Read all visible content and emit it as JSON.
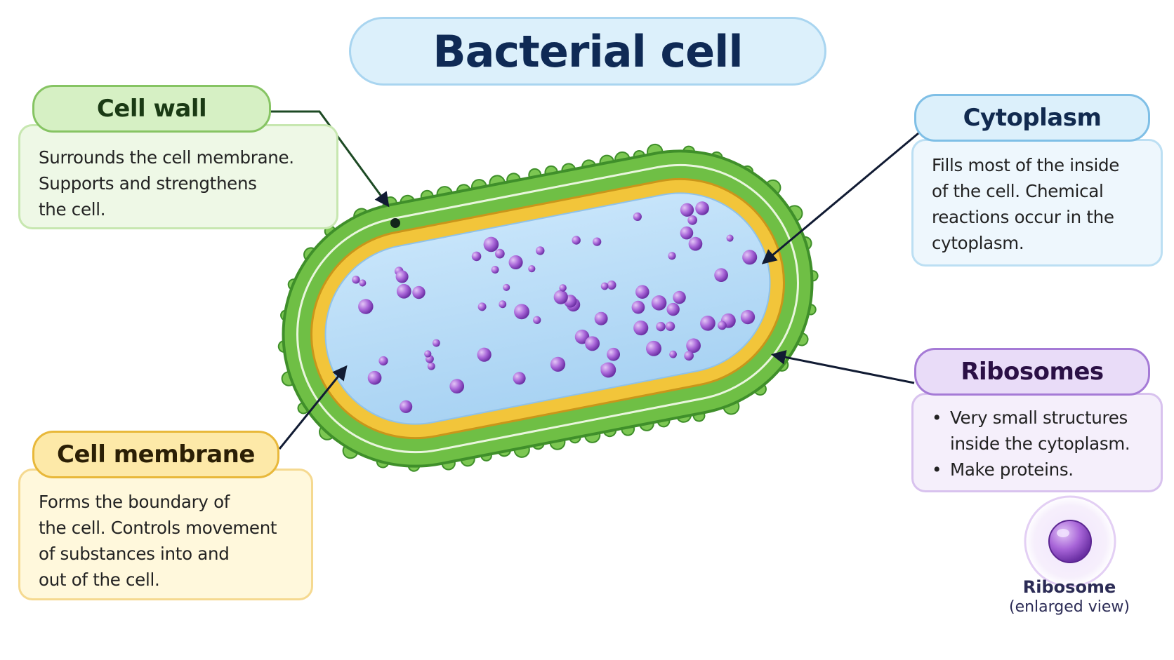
{
  "title": "Bacterial cell",
  "labels": {
    "cell_wall": {
      "title": "Cell wall",
      "lines": [
        "Surrounds the cell membrane.",
        "Supports and strengthens",
        "the cell."
      ]
    },
    "cell_membrane": {
      "title": "Cell membrane",
      "lines": [
        "Forms the boundary of",
        "the cell. Controls movement",
        "of substances into and",
        "out of the cell."
      ]
    },
    "cytoplasm": {
      "title": "Cytoplasm",
      "lines": [
        "Fills most of the inside",
        "of the cell. Chemical",
        "reactions occur in the",
        "cytoplasm."
      ]
    },
    "ribosomes": {
      "title": "Ribosomes",
      "bullets": [
        [
          "Very small structures",
          "inside the cytoplasm."
        ],
        [
          "Make proteins."
        ]
      ]
    }
  },
  "inset": {
    "label": "Ribosome",
    "sublabel": "(enlarged view)"
  },
  "colors": {
    "cell_wall": "#6fbf45",
    "cell_membrane": "#f2c53a",
    "cytoplasm": "#b9dcf6",
    "ribosome": "#a05fd2",
    "title_text": "#0f2a55",
    "arrow": "#111b33"
  }
}
